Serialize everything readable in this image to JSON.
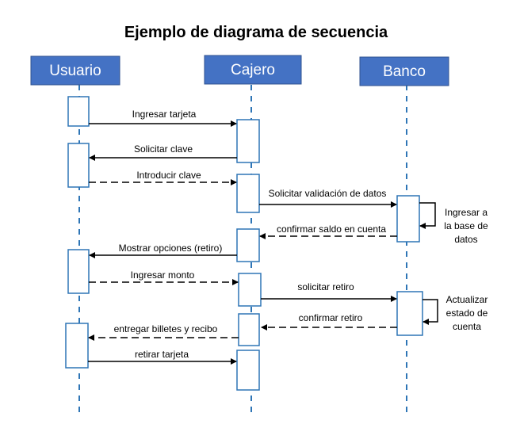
{
  "title": "Ejemplo de diagrama de secuencia",
  "colors": {
    "actor_fill": "#4472C4",
    "actor_text": "#ffffff",
    "lifeline": "#2E75B6",
    "activation_stroke": "#2E75B6",
    "arrow": "#000000"
  },
  "actors": [
    {
      "id": "usuario",
      "label": "Usuario"
    },
    {
      "id": "cajero",
      "label": "Cajero"
    },
    {
      "id": "banco",
      "label": "Banco"
    }
  ],
  "messages": [
    {
      "from": "usuario",
      "to": "cajero",
      "label": "Ingresar tarjeta",
      "style": "solid"
    },
    {
      "from": "cajero",
      "to": "usuario",
      "label": "Solicitar clave",
      "style": "solid"
    },
    {
      "from": "usuario",
      "to": "cajero",
      "label": "Introducir clave",
      "style": "dashed"
    },
    {
      "from": "cajero",
      "to": "banco",
      "label": "Solicitar validación de datos",
      "style": "solid"
    },
    {
      "from": "banco",
      "to": "cajero",
      "label": "confirmar saldo en cuenta",
      "style": "dashed"
    },
    {
      "from": "cajero",
      "to": "usuario",
      "label": "Mostrar opciones (retiro)",
      "style": "solid"
    },
    {
      "from": "usuario",
      "to": "cajero",
      "label": "Ingresar monto",
      "style": "dashed"
    },
    {
      "from": "cajero",
      "to": "banco",
      "label": "solicitar retiro",
      "style": "solid"
    },
    {
      "from": "banco",
      "to": "cajero",
      "label": "confirmar retiro",
      "style": "dashed"
    },
    {
      "from": "cajero",
      "to": "usuario",
      "label": "entregar billetes y recibo",
      "style": "dashed"
    },
    {
      "from": "usuario",
      "to": "cajero",
      "label": "retirar tarjeta",
      "style": "solid"
    }
  ],
  "self_notes": [
    {
      "actor": "banco",
      "lines": [
        "Ingresar a",
        "la base de",
        "datos"
      ]
    },
    {
      "actor": "banco",
      "lines": [
        "Actualizar",
        "estado de",
        "cuenta"
      ]
    }
  ]
}
